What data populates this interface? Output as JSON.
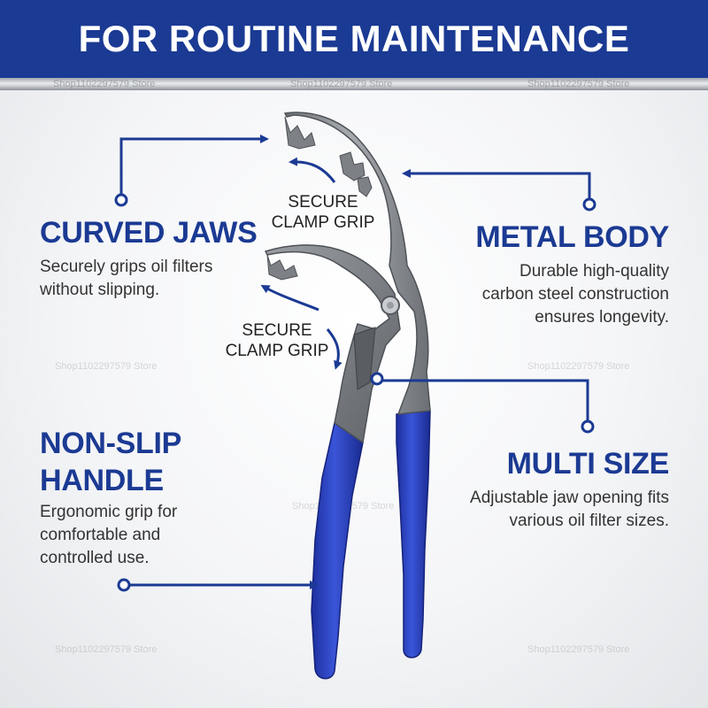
{
  "banner": {
    "title": "FOR ROUTINE MAINTENANCE"
  },
  "watermark": "Shop1102297579 Store",
  "features": {
    "curved_jaws": {
      "title": "CURVED JAWS",
      "lines": [
        "Securely grips oil filters",
        "without slipping."
      ]
    },
    "metal_body": {
      "title": "METAL BODY",
      "lines": [
        "Durable high-quality",
        "carbon steel construction",
        "ensures longevity."
      ]
    },
    "non_slip_handle": {
      "title_lines": [
        "NON-SLIP",
        "HANDLE"
      ],
      "lines": [
        "Ergonomic grip for",
        "comfortable and",
        "controlled use."
      ]
    },
    "multi_size": {
      "title": "MULTI SIZE",
      "lines": [
        "Adjustable jaw opening fits",
        "various oil filter sizes."
      ]
    }
  },
  "grip_labels": [
    {
      "lines": [
        "SECURE",
        "CLAMP GRIP"
      ]
    },
    {
      "lines": [
        "SECURE",
        "CLAMP GRIP"
      ]
    }
  ],
  "colors": {
    "brand_blue": "#1b3a93",
    "handle_blue": "#2a3fc4",
    "steel": "#8e9297"
  }
}
